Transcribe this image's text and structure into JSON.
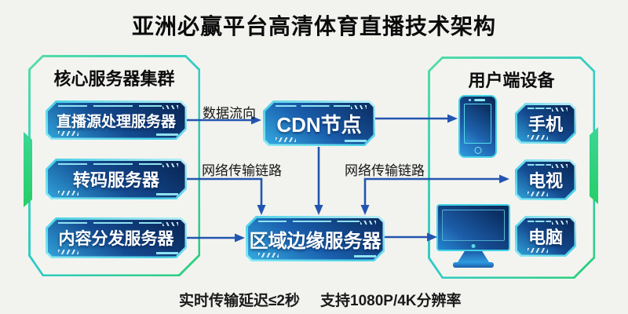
{
  "title": "亚洲必赢平台高清体育直播技术架构",
  "left_panel": {
    "header": "核心服务器集群",
    "servers": [
      "直播源处理服务器",
      "转码服务器",
      "内容分发服务器"
    ]
  },
  "middle": {
    "cdn_node": "CDN节点",
    "edge_node": "区域边缘服务器"
  },
  "right_panel": {
    "header": "用户端设备",
    "devices": [
      {
        "icon": "smartphone-icon",
        "label": "手机"
      },
      {
        "icon": "",
        "label": "电视"
      },
      {
        "icon": "monitor-icon",
        "label": "电脑"
      }
    ]
  },
  "edge_labels": {
    "data_flow": "数据流向",
    "link_left": "网络传输链路",
    "link_right": "网络传输链路"
  },
  "footer": {
    "latency": "实时传输延迟≤2秒",
    "resolution": "支持1080P/4K分辨率"
  },
  "colors": {
    "background": "#f2f3ef",
    "arrow_blue": "#2355b0",
    "node_border_cyan": "#49d0e7",
    "node_fill_dark": "#0a2a5c",
    "node_fill_light": "#2f9fd6",
    "panel_border_green": "#2bd077",
    "panel_border_teal": "#31cac8",
    "text_dark": "#0b0b0b",
    "node_text": "#ffffff"
  }
}
